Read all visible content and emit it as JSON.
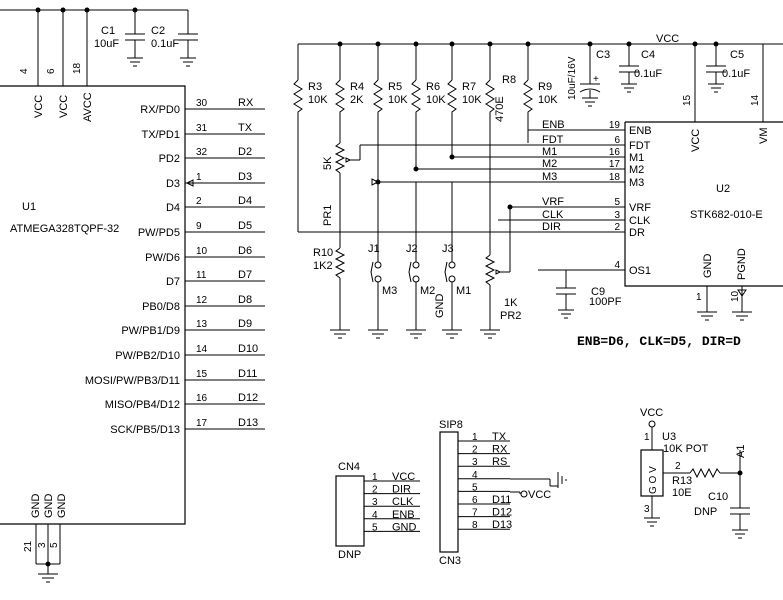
{
  "u1": {
    "ref": "U1",
    "part": "ATMEGA328TQPF-32",
    "top_pins": [
      {
        "num": "4",
        "name": "VCC"
      },
      {
        "num": "6",
        "name": "VCC"
      },
      {
        "num": "18",
        "name": "AVCC"
      }
    ],
    "right_pins": [
      {
        "name": "RX/PD0",
        "num": "30",
        "net": "RX"
      },
      {
        "name": "TX/PD1",
        "num": "31",
        "net": "TX"
      },
      {
        "name": "PD2",
        "num": "32",
        "net": "D2"
      },
      {
        "name": "D3",
        "num": "1",
        "net": "D3"
      },
      {
        "name": "D4",
        "num": "2",
        "net": "D4"
      },
      {
        "name": "PW/PD5",
        "num": "9",
        "net": "D5"
      },
      {
        "name": "PW/D6",
        "num": "10",
        "net": "D6"
      },
      {
        "name": "D7",
        "num": "11",
        "net": "D7"
      },
      {
        "name": "PB0/D8",
        "num": "12",
        "net": "D8"
      },
      {
        "name": "PW/PB1/D9",
        "num": "13",
        "net": "D9"
      },
      {
        "name": "PW/PB2/D10",
        "num": "14",
        "net": "D10"
      },
      {
        "name": "MOSI/PW/PB3/D11",
        "num": "15",
        "net": "D11"
      },
      {
        "name": "MISO/PB4/D12",
        "num": "16",
        "net": "D12"
      },
      {
        "name": "SCK/PB5/D13",
        "num": "17",
        "net": "D13"
      }
    ],
    "bottom_pins": [
      {
        "num": "21",
        "name": "GND"
      },
      {
        "num": "3",
        "name": "GND"
      },
      {
        "num": "5",
        "name": "GND"
      }
    ]
  },
  "caps_top": [
    {
      "ref": "C1",
      "value": "10uF"
    },
    {
      "ref": "C2",
      "value": "0.1uF"
    }
  ],
  "vcc_label": "VCC",
  "resistors": [
    {
      "ref": "R3",
      "value": "10K"
    },
    {
      "ref": "R4",
      "value": "2K"
    },
    {
      "ref": "R5",
      "value": "10K"
    },
    {
      "ref": "R6",
      "value": "10K"
    },
    {
      "ref": "R7",
      "value": "10K"
    },
    {
      "ref": "R8",
      "value": "470E"
    },
    {
      "ref": "R9",
      "value": "10K"
    }
  ],
  "pr1": {
    "value": "5K",
    "ref": "PR1"
  },
  "r10": {
    "ref": "R10",
    "value": "1K2"
  },
  "jumpers": [
    {
      "ref": "J1",
      "net": "M3"
    },
    {
      "ref": "J2",
      "net": "M2"
    },
    {
      "ref": "J3",
      "net": "M1"
    }
  ],
  "gnd_text": "GND",
  "pr2": {
    "value": "1K",
    "ref": "PR2"
  },
  "c3": {
    "ref": "C3",
    "value": "10uF/16V"
  },
  "c4": {
    "ref": "C4",
    "value": "0.1uF"
  },
  "c5": {
    "ref": "C5",
    "value": "0.1uF"
  },
  "c9": {
    "ref": "C9",
    "value": "100PF"
  },
  "u2": {
    "ref": "U2",
    "part": "STK682-010-E",
    "left_pins": [
      {
        "net": "ENB",
        "num": "19",
        "name": "ENB"
      },
      {
        "net": "FDT",
        "num": "6",
        "name": "FDT"
      },
      {
        "net": "M1",
        "num": "16",
        "name": "M1"
      },
      {
        "net": "M2",
        "num": "17",
        "name": "M2"
      },
      {
        "net": "M3",
        "num": "18",
        "name": "M3"
      },
      {
        "net": "VRF",
        "num": "5",
        "name": "VRF"
      },
      {
        "net": "CLK",
        "num": "3",
        "name": "CLK"
      },
      {
        "net": "DIR",
        "num": "2",
        "name": "DR"
      },
      {
        "net": "",
        "num": "4",
        "name": "OS1"
      }
    ],
    "top_pins": [
      {
        "num": "15",
        "name": "VCC"
      },
      {
        "num": "14",
        "name": "VM"
      }
    ],
    "bottom_pins": [
      {
        "num": "1",
        "name": "GND"
      },
      {
        "num": "10",
        "name": "PGND"
      }
    ]
  },
  "note": "ENB=D6, CLK=D5, DIR=D",
  "cn4": {
    "ref": "CN4",
    "dnp": "DNP",
    "pins": [
      {
        "num": "1",
        "net": "VCC"
      },
      {
        "num": "2",
        "net": "DIR"
      },
      {
        "num": "3",
        "net": "CLK"
      },
      {
        "num": "4",
        "net": "ENB"
      },
      {
        "num": "5",
        "net": "GND"
      }
    ]
  },
  "cn3": {
    "ref": "CN3",
    "type": "SIP8",
    "pins": [
      {
        "num": "1",
        "net": "TX"
      },
      {
        "num": "2",
        "net": "RX"
      },
      {
        "num": "3",
        "net": "RS"
      },
      {
        "num": "4",
        "net": ""
      },
      {
        "num": "5",
        "net": ""
      },
      {
        "num": "6",
        "net": "D11"
      },
      {
        "num": "7",
        "net": "D12"
      },
      {
        "num": "8",
        "net": "D13"
      }
    ],
    "vcc_net": "VCC"
  },
  "u3": {
    "vcc": "VCC",
    "ref": "U3",
    "value": "10K POT",
    "body": "G O V",
    "pin_top": "1",
    "pin_mid": "2",
    "pin_bot": "3",
    "net": "A1"
  },
  "r13": {
    "ref": "R13",
    "value": "10E"
  },
  "c10": {
    "ref": "C10",
    "dnp": "DNP"
  }
}
